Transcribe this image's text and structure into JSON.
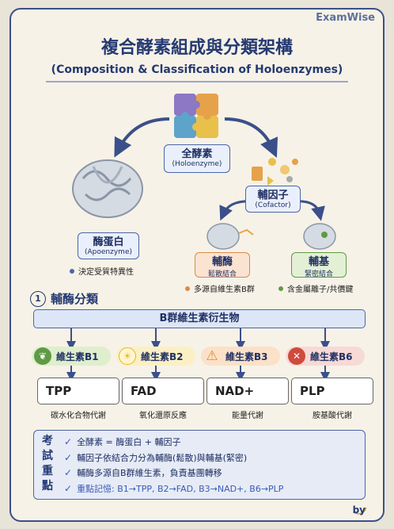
{
  "brand": "ExamWise",
  "title": "複合酵素組成與分類架構",
  "subtitle": "(Composition & Classification of Holoenzymes)",
  "holoenzyme": {
    "main": "全酵素",
    "sub": "(Holoenzyme)"
  },
  "apoenzyme": {
    "main": "酶蛋白",
    "sub": "(Apoenzyme)",
    "note": "決定受質特異性"
  },
  "cofactor": {
    "main": "輔因子",
    "sub": "(Cofactor)"
  },
  "coenzyme": {
    "main": "輔酶",
    "sub": "鬆散結合",
    "note": "多源自維生素B群"
  },
  "prosthetic": {
    "main": "輔基",
    "sub": "緊密結合",
    "note": "含金屬離子/共價鍵"
  },
  "section1": {
    "number": "1",
    "title": "輔酶分類"
  },
  "banner": "B群維生素衍生物",
  "vitamins": [
    {
      "label": "維生素B1",
      "icon": "leaf-icon",
      "coenzyme": "TPP",
      "role": "碳水化合物代謝",
      "color": "#dfeecd",
      "icon_color": "#5f9a45"
    },
    {
      "label": "維生素B2",
      "icon": "lightbulb-icon",
      "coenzyme": "FAD",
      "role": "氧化還原反應",
      "color": "#fbf0c4",
      "icon_color": "#e6b820"
    },
    {
      "label": "維生素B3",
      "icon": "warning-icon",
      "coenzyme": "NAD+",
      "role": "能量代謝",
      "color": "#fbe1c8",
      "icon_color": "#e08a2c"
    },
    {
      "label": "維生素B6",
      "icon": "cross-icon",
      "coenzyme": "PLP",
      "role": "胺基酸代謝",
      "color": "#f7d9d6",
      "icon_color": "#d04a3c"
    }
  ],
  "exam": {
    "tag": [
      "考",
      "試",
      "重",
      "點"
    ],
    "items": [
      "全酵素 = 酶蛋白 + 輔因子",
      "輔因子依結合力分為輔酶(鬆散)與輔基(緊密)",
      "輔酶多源自B群維生素，負責基團轉移",
      "重點記憶: B1→TPP, B2→FAD, B3→NAD+, B6→PLP"
    ]
  },
  "by": "by"
}
